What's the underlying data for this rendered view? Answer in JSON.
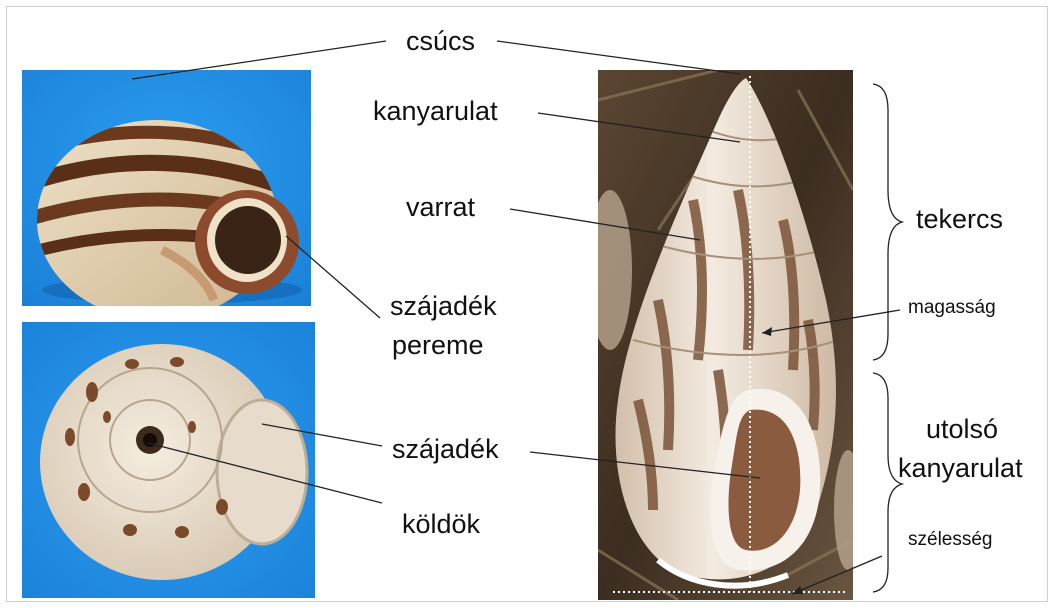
{
  "labels": {
    "apex": "csúcs",
    "whorl": "kanyarulat",
    "suture": "varrat",
    "spire": "tekercs",
    "height": "magasság",
    "aperture_lip": [
      "szájadék",
      "pereme"
    ],
    "aperture": "szájadék",
    "umbilicus": "köldök",
    "body_whorl": [
      "utolsó",
      "kanyarulat"
    ],
    "width": "szélesség"
  },
  "colors": {
    "photo_background_blue": "#1e90e6",
    "shell_band_brown": "#6b3a1e",
    "shell_cream": "#e9dcc4",
    "leader_line": "#222222"
  },
  "images": [
    {
      "name": "shell-side-view-photo"
    },
    {
      "name": "shell-umbilical-view-photo"
    },
    {
      "name": "elongated-shell-photo"
    }
  ]
}
